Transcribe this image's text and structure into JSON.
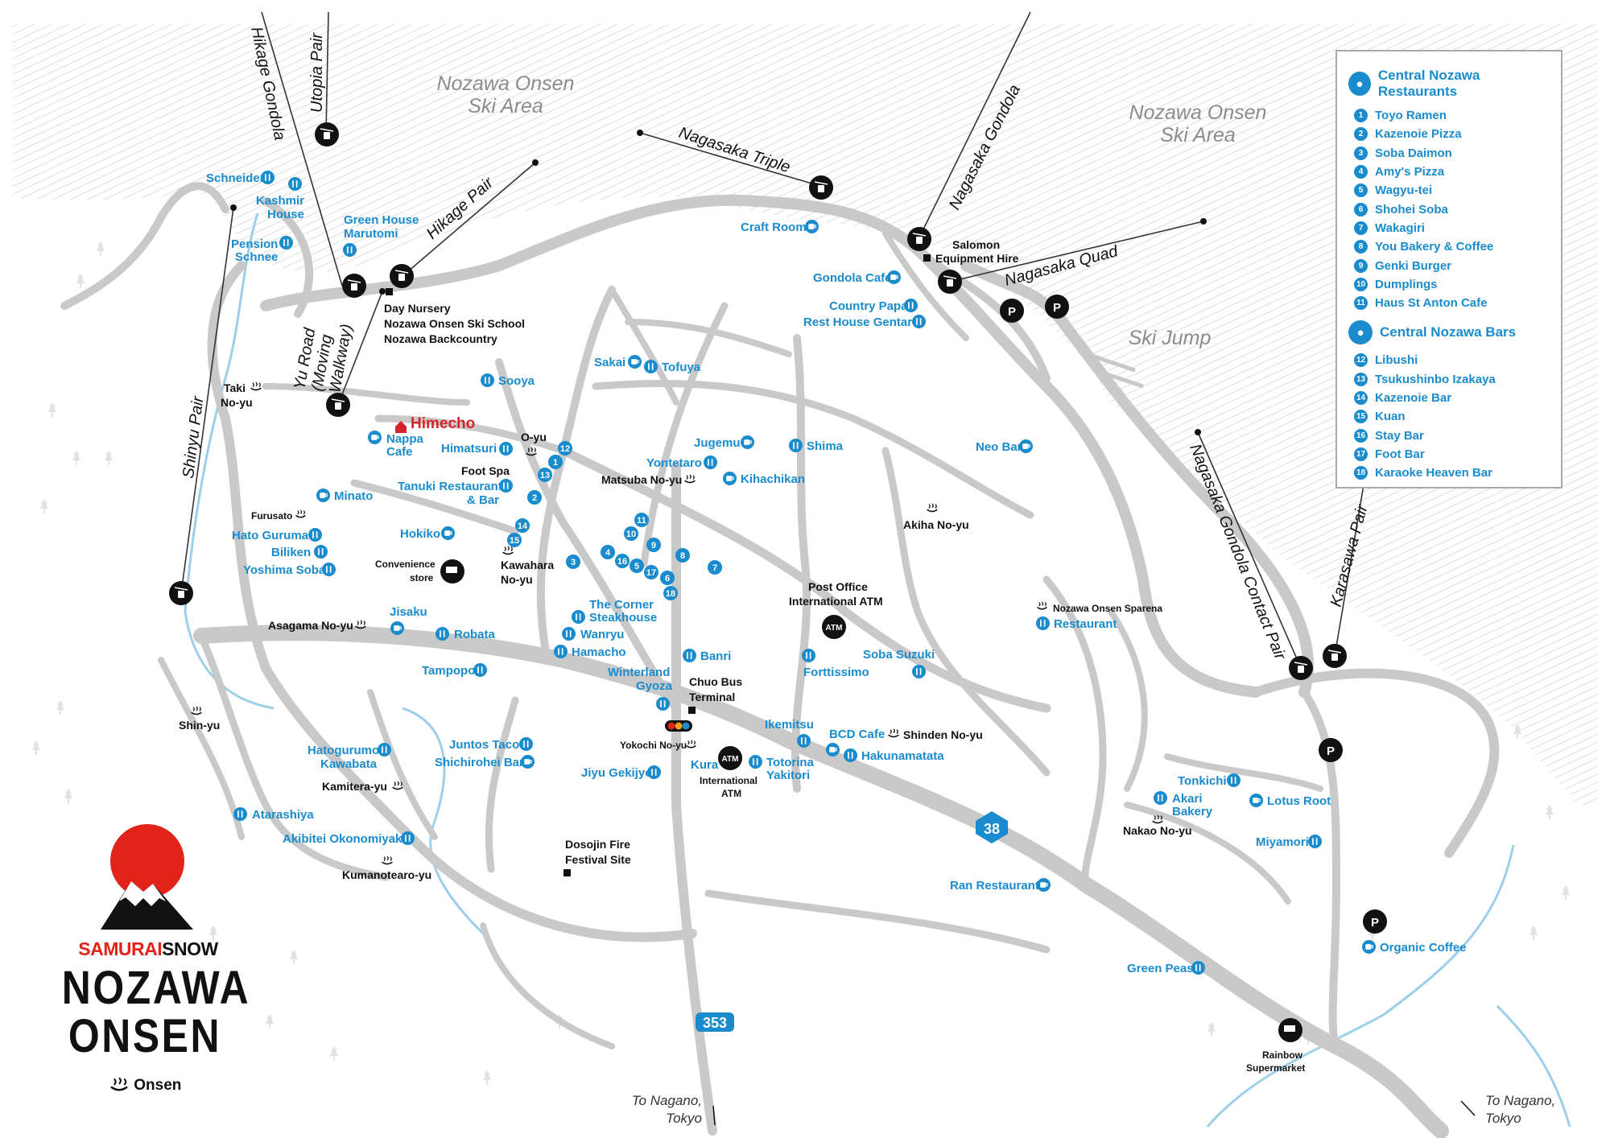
{
  "areas": {
    "ski_area_left": [
      "Nozawa Onsen",
      "Ski Area"
    ],
    "ski_area_right": [
      "Nozawa Onsen",
      "Ski Area"
    ],
    "ski_jump": "Ski Jump"
  },
  "lifts": {
    "hikage_gondola": "Hikage Gondola",
    "utopia_pair": "Utopia Pair",
    "hikage_pair": "Hikage Pair",
    "nagasaka_triple": "Nagasaka Triple",
    "nagasaka_gondola": "Nagasaka Gondola",
    "nagasaka_quad": "Nagasaka Quad",
    "shinyu_pair": "Shinyu Pair",
    "yu_road": [
      "Yu Road",
      "(Moving",
      "Walkway)"
    ],
    "nagasaka_contact": "Nagasaka Gondola Contact Pair",
    "karasawa_pair": "Karasawa Pair"
  },
  "roads": {
    "r38": "38",
    "r353": "353"
  },
  "directions": {
    "left": [
      "To Nagano,",
      "Tokyo"
    ],
    "right": [
      "To Nagano,",
      "Tokyo"
    ]
  },
  "himecho": "Himecho",
  "places": {
    "schneider": "Schneider",
    "kashmir": [
      "Kashmir",
      "House"
    ],
    "pension": [
      "Pension",
      "Schnee"
    ],
    "green_house": [
      "Green House",
      "Marutomi"
    ],
    "day_nursery": [
      "Day Nursery",
      "Nozawa Onsen Ski School",
      "Nozawa Backcountry"
    ],
    "craft_room": "Craft Room",
    "salomon": [
      "Salomon",
      "Equipment Hire"
    ],
    "gondola_cafe": "Gondola Cafe",
    "country_papa": "Country Papa",
    "rest_house": "Rest House Gentaro",
    "sakai": "Sakai",
    "tofuya": "Tofuya",
    "sooya": "Sooya",
    "taki": [
      "Taki",
      "No-yu"
    ],
    "nappa": [
      "Nappa",
      "Cafe"
    ],
    "himatsuri": "Himatsuri",
    "o_yu": "O-yu",
    "foot_spa": "Foot Spa",
    "tanuki": [
      "Tanuki Restaurant",
      "& Bar"
    ],
    "jugemu": "Jugemu",
    "shima": "Shima",
    "yontetaro": "Yontetaro",
    "matsuba": "Matsuba No-yu",
    "kihachikan": "Kihachikan",
    "neo_bar": "Neo Bar",
    "minato": "Minato",
    "furusato": "Furusato",
    "akiha": "Akiha No-yu",
    "hato_guruma": "Hato Guruma",
    "hokiko": "Hokiko",
    "biliken": "Biliken",
    "yoshima": "Yoshima Soba",
    "convenience": [
      "Convenience",
      "store"
    ],
    "kawahara": [
      "Kawahara",
      "No-yu"
    ],
    "post_office": [
      "Post Office",
      "International ATM"
    ],
    "sparena": "Nozawa Onsen Sparena",
    "sparena_rest": "Restaurant",
    "the_corner": [
      "The Corner",
      "Steakhouse"
    ],
    "wanryu": "Wanryu",
    "jisaku": "Jisaku",
    "asagama": "Asagama No-yu",
    "robata": "Robata",
    "hamacho": "Hamacho",
    "banri": "Banri",
    "soba_suzuki": "Soba Suzuki",
    "forttissimo": "Forttissimo",
    "tampopo": "Tampopo",
    "winterland": [
      "Winterland",
      "Gyoza"
    ],
    "chuo_bus": [
      "Chuo Bus",
      "Terminal"
    ],
    "shin_yu": "Shin-yu",
    "ikemitsu": "Ikemitsu",
    "bcd_cafe": "BCD Cafe",
    "shinden": "Shinden No-yu",
    "hatogurumo": [
      "Hatogurumo",
      "Kawabata"
    ],
    "juntos": "Juntos Tacos",
    "shichirohei": "Shichirohei Bar",
    "yokochi": "Yokochi No-yu",
    "kura": "Kura",
    "intl_atm": [
      "International",
      "ATM"
    ],
    "totorina": [
      "Totorina",
      "Yakitori"
    ],
    "hakunamatata": "Hakunamatata",
    "kamitera": "Kamitera-yu",
    "jiyu": "Jiyu Gekijyo",
    "tonkichi": "Tonkichi",
    "akari": [
      "Akari",
      "Bakery"
    ],
    "lotus_root": "Lotus Root",
    "atarashiya": "Atarashiya",
    "nakao": "Nakao No-yu",
    "miyamori": "Miyamori",
    "akibitei": "Akibitei Okonomiyaki",
    "dosojin": [
      "Dosojin Fire",
      "Festival Site"
    ],
    "kumanotearo": "Kumanotearo-yu",
    "ran": "Ran Restaurant",
    "organic": "Organic Coffee",
    "green_peas": "Green Peas",
    "rainbow": [
      "Rainbow",
      "Supermarket"
    ]
  },
  "atm": "ATM",
  "parking": "P",
  "numbered_markers": [
    "1",
    "2",
    "3",
    "4",
    "5",
    "6",
    "7",
    "8",
    "9",
    "10",
    "11",
    "12",
    "13",
    "14",
    "15",
    "16",
    "17",
    "18"
  ],
  "legend": {
    "restaurants_title": "Central Nozawa Restaurants",
    "restaurants": [
      {
        "num": "1",
        "name": "Toyo Ramen"
      },
      {
        "num": "2",
        "name": "Kazenoie Pizza"
      },
      {
        "num": "3",
        "name": "Soba Daimon"
      },
      {
        "num": "4",
        "name": "Amy's Pizza"
      },
      {
        "num": "5",
        "name": "Wagyu-tei"
      },
      {
        "num": "6",
        "name": "Shohei Soba"
      },
      {
        "num": "7",
        "name": "Wakagiri"
      },
      {
        "num": "8",
        "name": "You Bakery & Coffee"
      },
      {
        "num": "9",
        "name": "Genki Burger"
      },
      {
        "num": "10",
        "name": "Dumplings"
      },
      {
        "num": "11",
        "name": "Haus St Anton Cafe"
      }
    ],
    "bars_title": "Central Nozawa Bars",
    "bars": [
      {
        "num": "12",
        "name": "Libushi"
      },
      {
        "num": "13",
        "name": "Tsukushinbo Izakaya"
      },
      {
        "num": "14",
        "name": "Kazenoie Bar"
      },
      {
        "num": "15",
        "name": "Kuan"
      },
      {
        "num": "16",
        "name": "Stay Bar"
      },
      {
        "num": "17",
        "name": "Foot Bar"
      },
      {
        "num": "18",
        "name": "Karaoke Heaven Bar"
      }
    ]
  },
  "brand": {
    "samurai": "SAMURAI",
    "snow": "SNOW",
    "title_line1": "NOZAWA",
    "title_line2": "ONSEN",
    "onsen_key": "Onsen"
  },
  "colors": {
    "accent_blue": "#1a8ccd",
    "road_gray": "#c9c9c9",
    "river_blue": "#9ccfe9",
    "himecho_red": "#d9232a",
    "logo_red": "#e2231a"
  }
}
